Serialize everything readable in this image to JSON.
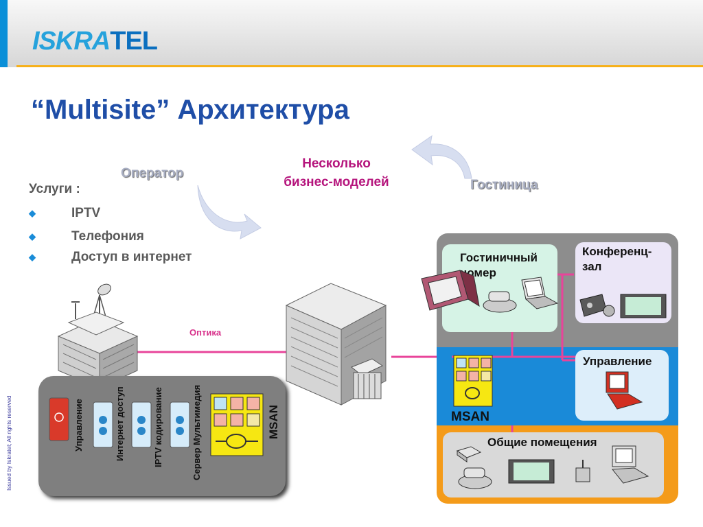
{
  "header": {
    "logo_part1": "ISKRA",
    "logo_part2": "TEL"
  },
  "title": "“Multisite” Архитектура",
  "models": {
    "center_line1": "Несколько",
    "center_line2": "бизнес-моделей",
    "operator": "Оператор",
    "hotel": "Гостиница"
  },
  "services": {
    "heading": "Услуги :",
    "items": [
      {
        "label": "IPTV"
      },
      {
        "label": "Телефония"
      },
      {
        "label": "Доступ в интернет"
      }
    ]
  },
  "link_label": "Оптика",
  "operator_site": {
    "modules": [
      {
        "label": "Управление"
      },
      {
        "label": "Интернет доступ"
      },
      {
        "label": "IPTV кодирование"
      },
      {
        "label": "Сервер Мультимедия"
      }
    ],
    "msan": "MSAN"
  },
  "hotel_site": {
    "room_line1": "Гостиничный",
    "room_line2": "номер",
    "conf_line1": "Конференц-",
    "conf_line2": "зал",
    "management": "Управление",
    "msan": "MSAN",
    "common_areas": "Общие помещения"
  },
  "copyright": "Issued by Iskratel; All rights reserved",
  "colors": {
    "title": "#1f4ea7",
    "accent_purple": "#b5147c",
    "fiber_link": "#e8449a",
    "orange_line": "#f6b01a",
    "hotel_blue": "#1a8ad8",
    "hotel_orange": "#f49b1a"
  }
}
